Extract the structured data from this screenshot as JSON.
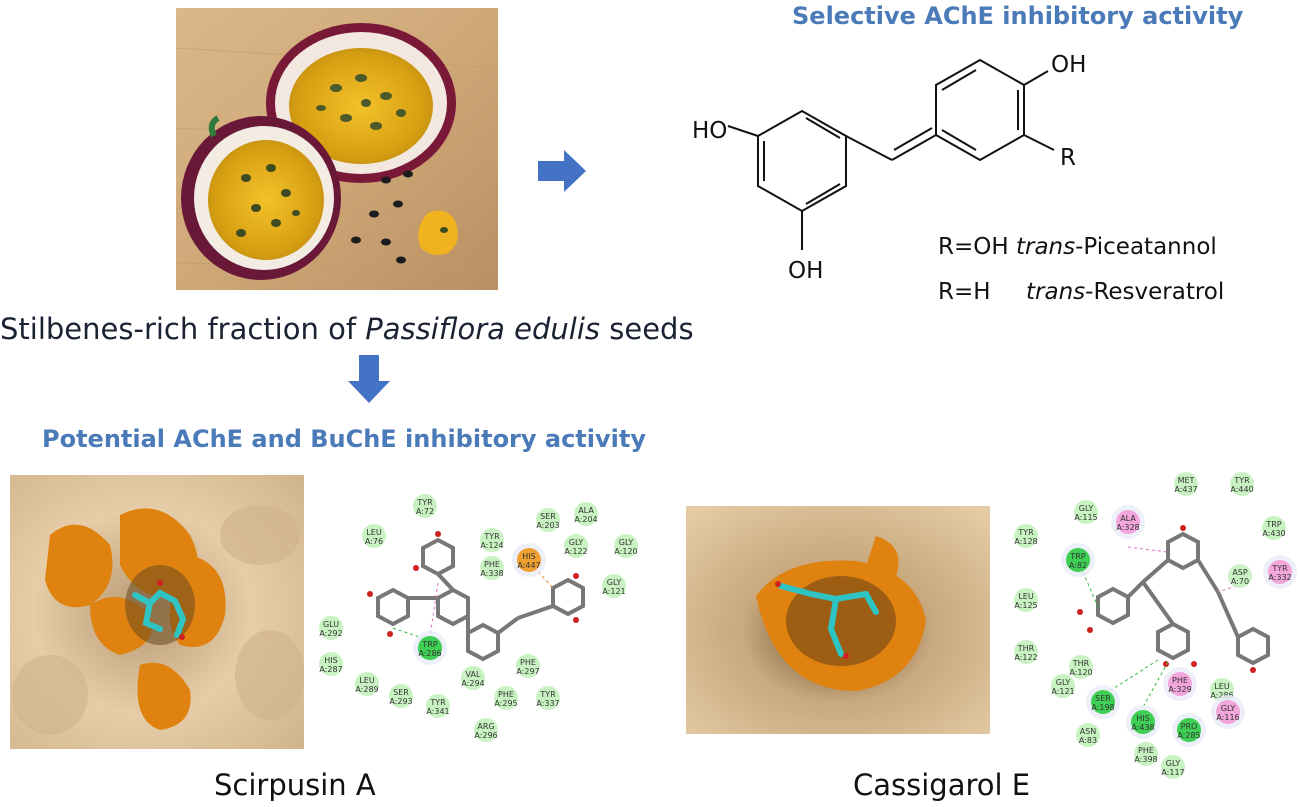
{
  "top_heading": "Selective AChE inhibitory activity",
  "structure": {
    "substituents": {
      "oh_top": "OH",
      "ho_left": "HO",
      "oh_bottom": "OH",
      "r": "R"
    },
    "variants": [
      {
        "r": "R=OH",
        "prefix": "trans",
        "name": "-Piceatannol"
      },
      {
        "r": "R=H",
        "prefix": "trans",
        "name": "-Resveratrol"
      }
    ]
  },
  "source_caption": {
    "before": "Stilbenes-rich fraction of ",
    "species": "Passiflora edulis",
    "after": " seeds"
  },
  "middle_heading": "Potential AChE and BuChE inhibitory activity",
  "compounds": [
    {
      "name": "Scirpusin A",
      "residues": [
        {
          "aa": "TYR",
          "num": "A:72",
          "kind": "vdw"
        },
        {
          "aa": "LEU",
          "num": "A:76",
          "kind": "vdw"
        },
        {
          "aa": "SER",
          "num": "A:203",
          "kind": "vdw"
        },
        {
          "aa": "ALA",
          "num": "A:204",
          "kind": "vdw"
        },
        {
          "aa": "HIS",
          "num": "A:447",
          "kind": "pi-cation"
        },
        {
          "aa": "GLY",
          "num": "A:122",
          "kind": "vdw"
        },
        {
          "aa": "GLY",
          "num": "A:120",
          "kind": "vdw"
        },
        {
          "aa": "TYR",
          "num": "A:124",
          "kind": "vdw"
        },
        {
          "aa": "PHE",
          "num": "A:338",
          "kind": "vdw"
        },
        {
          "aa": "GLY",
          "num": "A:121",
          "kind": "vdw"
        },
        {
          "aa": "GLU",
          "num": "A:292",
          "kind": "vdw"
        },
        {
          "aa": "HIS",
          "num": "A:287",
          "kind": "vdw"
        },
        {
          "aa": "TRP",
          "num": "A:286",
          "kind": "hbond"
        },
        {
          "aa": "LEU",
          "num": "A:289",
          "kind": "vdw"
        },
        {
          "aa": "SER",
          "num": "A:293",
          "kind": "vdw"
        },
        {
          "aa": "TYR",
          "num": "A:341",
          "kind": "vdw"
        },
        {
          "aa": "VAL",
          "num": "A:294",
          "kind": "vdw"
        },
        {
          "aa": "PHE",
          "num": "A:297",
          "kind": "vdw"
        },
        {
          "aa": "PHE",
          "num": "A:295",
          "kind": "vdw"
        },
        {
          "aa": "TYR",
          "num": "A:337",
          "kind": "vdw"
        },
        {
          "aa": "ARG",
          "num": "A:296",
          "kind": "vdw"
        }
      ]
    },
    {
      "name": "Cassigarol E",
      "residues": [
        {
          "aa": "MET",
          "num": "A:437",
          "kind": "vdw"
        },
        {
          "aa": "TYR",
          "num": "A:440",
          "kind": "vdw"
        },
        {
          "aa": "TRP",
          "num": "A:430",
          "kind": "vdw"
        },
        {
          "aa": "GLY",
          "num": "A:115",
          "kind": "vdw"
        },
        {
          "aa": "ALA",
          "num": "A:328",
          "kind": "pi-alkyl"
        },
        {
          "aa": "TYR",
          "num": "A:128",
          "kind": "vdw"
        },
        {
          "aa": "TRP",
          "num": "A:82",
          "kind": "hbond"
        },
        {
          "aa": "ASP",
          "num": "A:70",
          "kind": "vdw"
        },
        {
          "aa": "TYR",
          "num": "A:332",
          "kind": "pi-alkyl"
        },
        {
          "aa": "LEU",
          "num": "A:125",
          "kind": "vdw"
        },
        {
          "aa": "THR",
          "num": "A:122",
          "kind": "vdw"
        },
        {
          "aa": "THR",
          "num": "A:120",
          "kind": "vdw"
        },
        {
          "aa": "GLY",
          "num": "A:121",
          "kind": "vdw"
        },
        {
          "aa": "PHE",
          "num": "A:329",
          "kind": "pi-alkyl"
        },
        {
          "aa": "LEU",
          "num": "A:286",
          "kind": "vdw"
        },
        {
          "aa": "GLY",
          "num": "A:116",
          "kind": "pi-alkyl"
        },
        {
          "aa": "SER",
          "num": "A:198",
          "kind": "hbond"
        },
        {
          "aa": "HIS",
          "num": "A:438",
          "kind": "hbond"
        },
        {
          "aa": "PRO",
          "num": "A:285",
          "kind": "hbond"
        },
        {
          "aa": "ASN",
          "num": "A:83",
          "kind": "vdw"
        },
        {
          "aa": "PHE",
          "num": "A:398",
          "kind": "vdw"
        },
        {
          "aa": "GLY",
          "num": "A:117",
          "kind": "vdw"
        }
      ]
    }
  ],
  "colors": {
    "heading": "#4a7ab8",
    "arrow": "#4472c4",
    "protein_surface": "#e3c9a4",
    "binding_site": "#e0820f",
    "ligand": "#2ec4c4",
    "vdw": "#c9f2c2",
    "hbond": "#3fcf54",
    "pi_alkyl": "#f2a6dc",
    "pi_cation": "#f0a030"
  }
}
